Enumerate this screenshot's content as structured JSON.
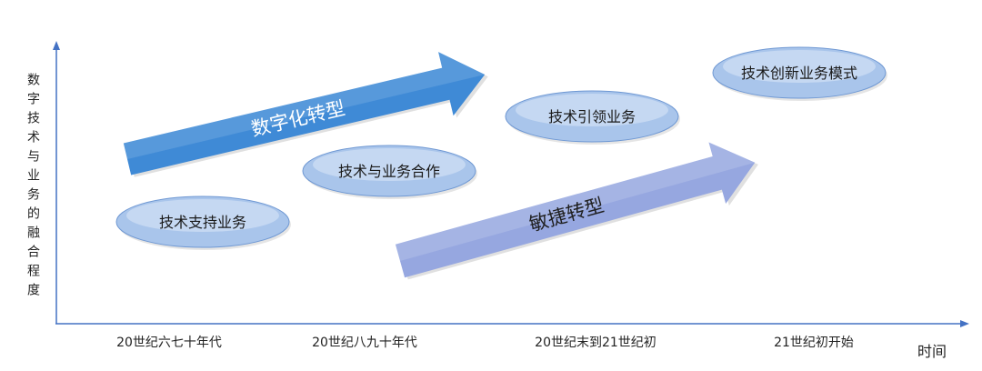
{
  "axes": {
    "y_label": "数字技术与业务的融合程度",
    "x_label": "时间",
    "x_ticks": [
      "20世纪六七十年代",
      "20世纪八九十年代",
      "20世纪末到21世纪初",
      "21世纪初开始"
    ]
  },
  "stages": [
    {
      "label": "技术支持业务"
    },
    {
      "label": "技术与业务合作"
    },
    {
      "label": "技术引领业务"
    },
    {
      "label": "技术创新业务模式"
    }
  ],
  "transformations": [
    {
      "label": "数字化转型",
      "color": "#3f8ad6",
      "text_color": "#ffffff"
    },
    {
      "label": "敏捷转型",
      "color": "#96a7e0",
      "text_color": "#1f1f1f"
    }
  ],
  "colors": {
    "axis": "#4472c4",
    "stage_fill": "#a9c5eb",
    "stage_border": "#6f98d3"
  }
}
